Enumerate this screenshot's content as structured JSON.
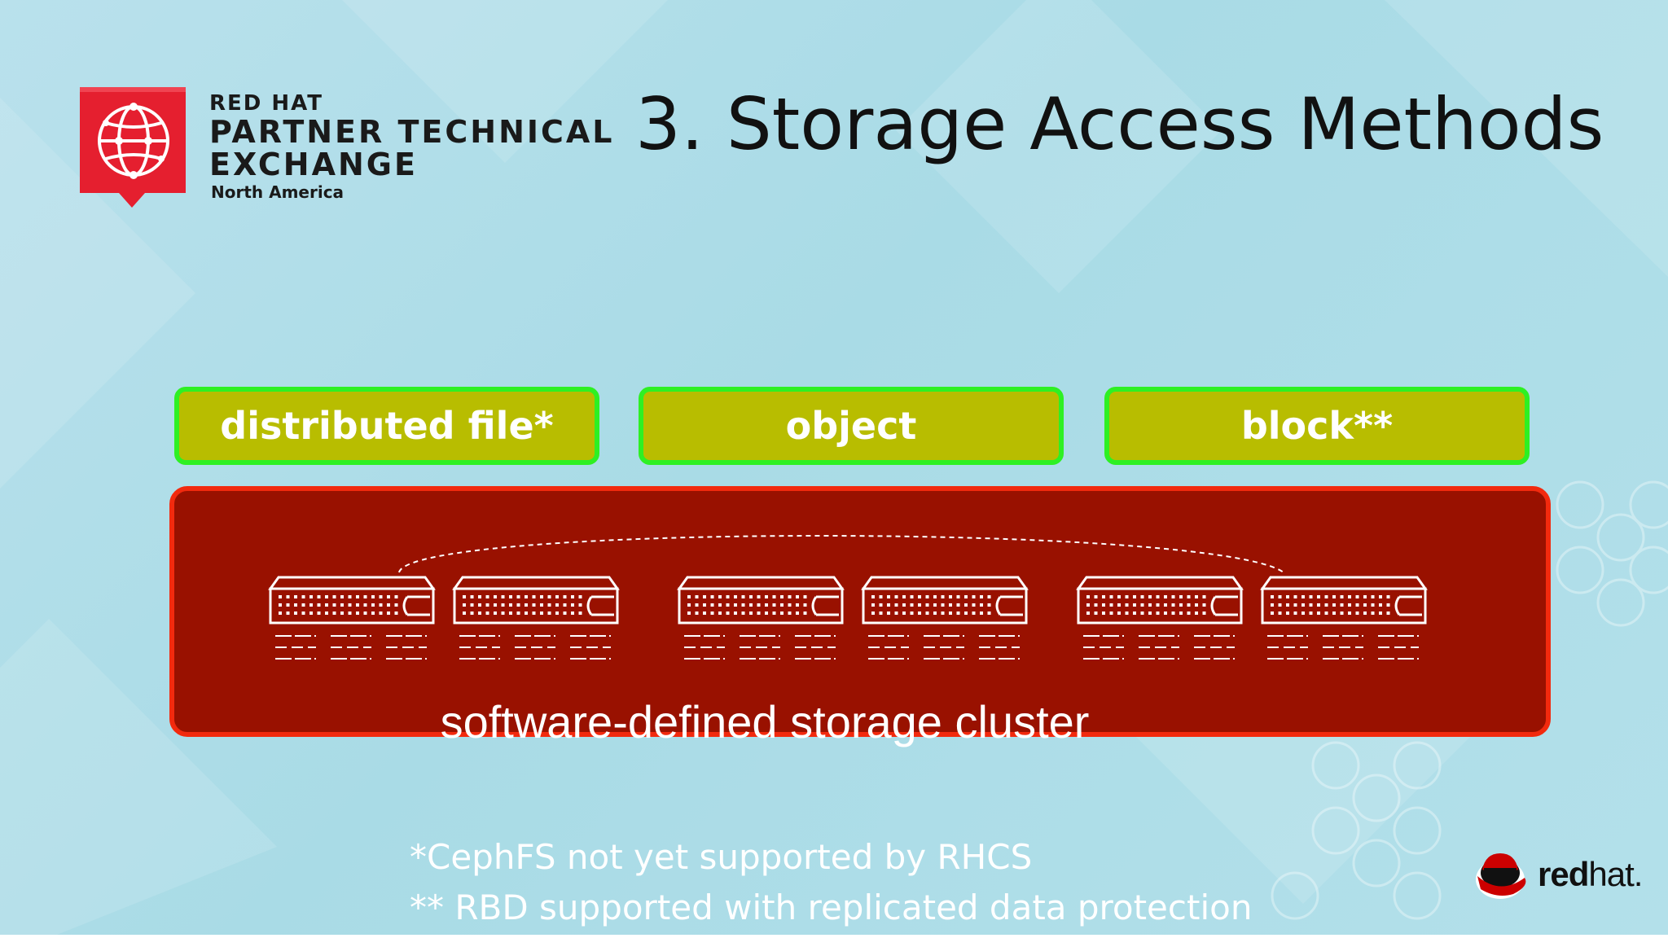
{
  "colors": {
    "background": "#b3e0ea",
    "logo_red": "#e51f2f",
    "method_fill": "#b8bd00",
    "method_border": "#2ef023",
    "cluster_fill": "#991100",
    "cluster_border": "#f22a0e",
    "white": "#ffffff"
  },
  "logo": {
    "line1": "RED HAT",
    "line2": "PARTNER TECHNICAL",
    "line3": "EXCHANGE",
    "line4": "North America",
    "icon": "globe-icon"
  },
  "title": "3. Storage Access Methods",
  "methods": [
    {
      "label": "distributed file*"
    },
    {
      "label": "object"
    },
    {
      "label": "block**"
    }
  ],
  "cluster": {
    "label": "software-defined storage cluster",
    "server_count": 6,
    "icon": "server-icon"
  },
  "footnotes": [
    "*CephFS not yet supported by RHCS",
    "** RBD supported with replicated data protection"
  ],
  "brand": {
    "icon": "redhat-shadowman-icon",
    "bold": "red",
    "light": "hat."
  }
}
